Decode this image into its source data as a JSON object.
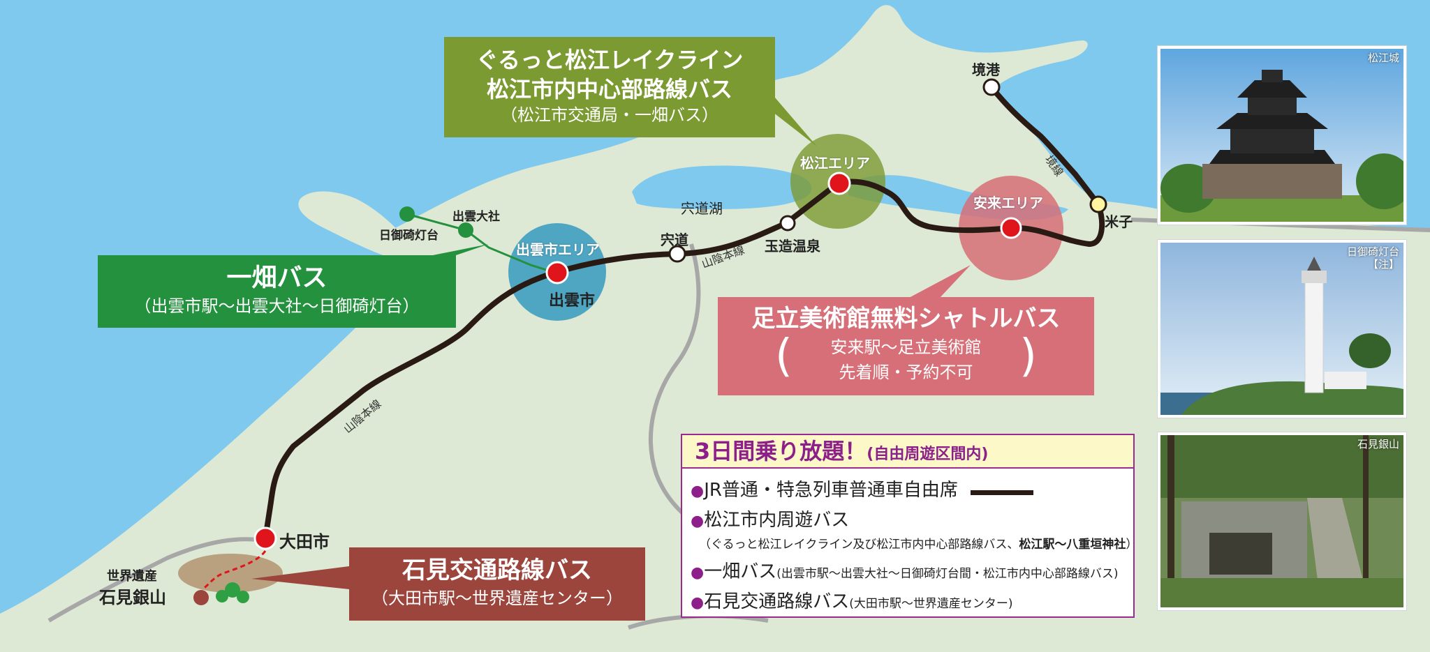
{
  "colors": {
    "sea": "#7fc9ee",
    "land": "#dde9d4",
    "jr_line": "#2a1a14",
    "station_red": "#e0141b",
    "ichibata_green": "#23913e",
    "matsue_green": "#7c9a32",
    "adachi_pink": "#d66f77",
    "iwami_brown": "#9b453d",
    "legend_purple": "#8c1f8a",
    "legend_header_bg": "#fdf8c8",
    "area_blue": "#3e9fc1"
  },
  "boxes": {
    "matsue_lake_line": {
      "line1": "ぐるっと松江レイクライン",
      "line2": "松江市内中心部路線バス",
      "line3": "（松江市交通局・一畑バス）"
    },
    "ichibata": {
      "line1": "一畑バス",
      "line2": "（出雲市駅〜出雲大社〜日御碕灯台）"
    },
    "adachi": {
      "line1": "足立美術館無料シャトルバス",
      "paren_open": "(",
      "line2": "安来駅〜足立美術館",
      "line3": "先着順・予約不可",
      "paren_close": ")"
    },
    "iwami": {
      "line1": "石見交通路線バス",
      "line2": "（大田市駅〜世界遺産センター）"
    }
  },
  "places": {
    "matsue_area": "松江エリア",
    "yasugi_area": "安来エリア",
    "izumo_area": "出雲市エリア",
    "izumo_city": "出雲市",
    "sakaiminato": "境港",
    "yonago": "米子",
    "shinji_lake": "宍道湖",
    "shinji": "宍道",
    "tamatsukuri": "玉造温泉",
    "sanin_line_1": "山陰本線",
    "sanin_line_2": "山陰本線",
    "sakai_line": "境線",
    "izumo_taisha": "出雲大社",
    "hinomisaki": "日御碕灯台",
    "oda_city": "大田市",
    "world_heritage": "世界遺産",
    "iwami_ginzan": "石見銀山"
  },
  "legend": {
    "heading_main": "3日間乗り放題！",
    "heading_sub": "(自由周遊区間内)",
    "bullet": "●",
    "row1": "JR普通・特急列車普通車自由席",
    "row2": "松江市内周遊バス",
    "row2_note_a": "（ぐるっと松江レイクライン及び松江市内中心部路線バス、",
    "row2_note_b": "松江駅〜八重垣神社",
    "row2_note_c": "）",
    "row3": "一畑バス",
    "row3_note": "(出雲市駅〜出雲大社〜日御碕灯台間・松江市内中心部路線バス)",
    "row4": "石見交通路線バス",
    "row4_note": "(大田市駅〜世界遺産センター)"
  },
  "photos": {
    "castle": "松江城",
    "lighthouse_1": "日御碕灯台",
    "lighthouse_2": "【注】",
    "mine": "石見銀山"
  }
}
